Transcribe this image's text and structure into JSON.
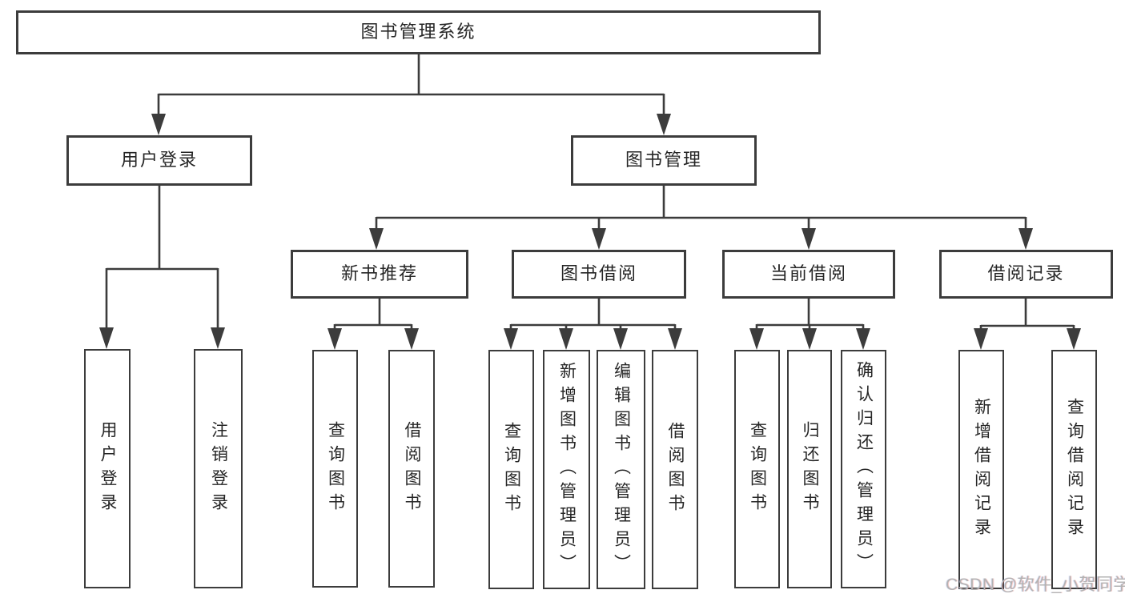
{
  "title": "图书管理系统",
  "watermark": {
    "text": "CSDN @软件_小贺同学"
  },
  "colors": {
    "line": "#3c3c3c",
    "text": "#262626",
    "box_background": "#ffffff",
    "watermark": "#b3b3b3"
  },
  "tree": {
    "label": "图书管理系统",
    "children": [
      {
        "label": "用户登录",
        "children": [
          {
            "label": "用户登录"
          },
          {
            "label": "注销登录"
          }
        ]
      },
      {
        "label": "图书管理",
        "children": [
          {
            "label": "新书推荐",
            "children": [
              {
                "label": "查询图书"
              },
              {
                "label": "借阅图书"
              }
            ]
          },
          {
            "label": "图书借阅",
            "children": [
              {
                "label": "查询图书"
              },
              {
                "label": "新增图书（管理员）"
              },
              {
                "label": "编辑图书（管理员）"
              },
              {
                "label": "借阅图书"
              }
            ]
          },
          {
            "label": "当前借阅",
            "children": [
              {
                "label": "查询图书"
              },
              {
                "label": "归还图书"
              },
              {
                "label": "确认归还（管理员）"
              }
            ]
          },
          {
            "label": "借阅记录",
            "children": [
              {
                "label": "新增借阅记录"
              },
              {
                "label": "查询借阅记录"
              }
            ]
          }
        ]
      }
    ]
  }
}
